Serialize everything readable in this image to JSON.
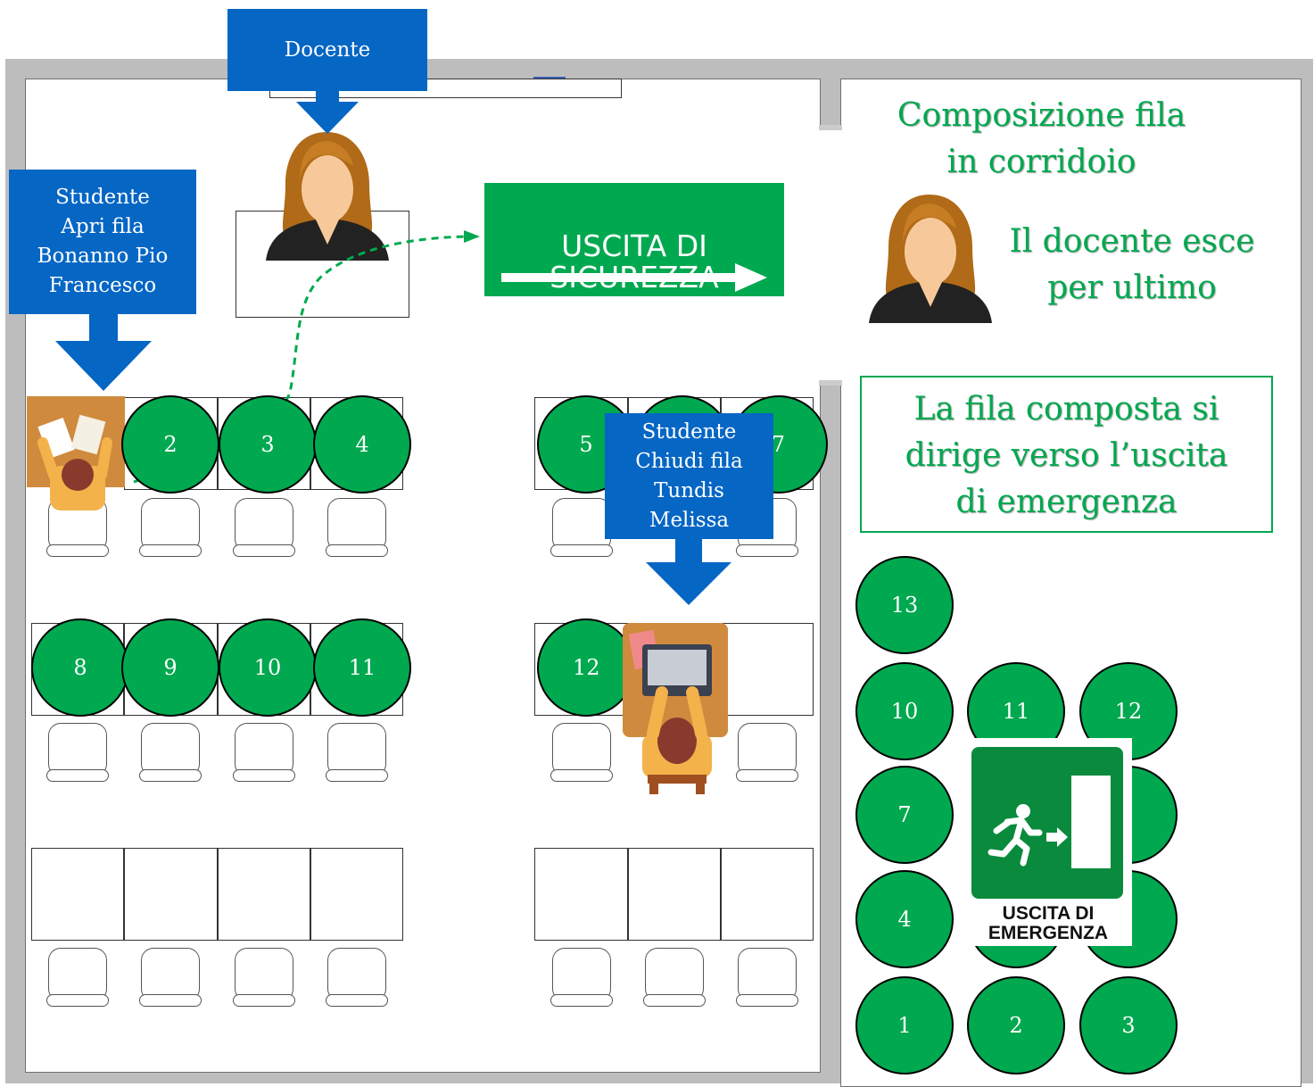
{
  "labels": {
    "docente": "Docente",
    "studente_apri": "Studente\nApri fila\nBonanno Pio\nFrancesco",
    "studente_chiudi": "Studente\nChiudi fila\nTundis\nMelissa"
  },
  "exit_sign_top": {
    "text": "USCITA DI\nSICUREZZA"
  },
  "corridor": {
    "title": "Composizione fila\nin corridoio",
    "teacher_note": "Il docente esce\nper ultimo",
    "group_note": "La fila composta si\ndirige verso l’uscita\ndi emergenza"
  },
  "emergency_sign": {
    "text": "USCITA DI\nEMERGENZA"
  },
  "classroom_row1_numbers": [
    "2",
    "3",
    "4",
    "5",
    "7"
  ],
  "classroom_row2_numbers": [
    "8",
    "9",
    "10",
    "11",
    "12"
  ],
  "corridor_numbers": [
    "13",
    "10",
    "11",
    "12",
    "7",
    "4",
    "1",
    "2",
    "3"
  ],
  "colors": {
    "green": "#00a84f",
    "blue": "#0566c4",
    "wall": "#bdbdbd"
  }
}
